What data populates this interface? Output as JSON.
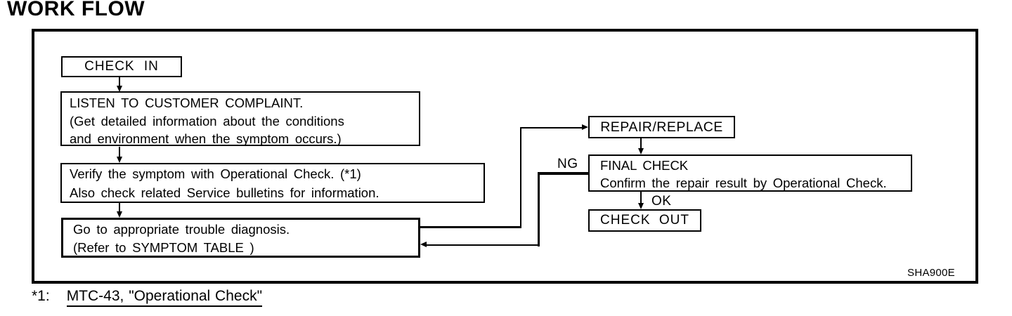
{
  "page": {
    "title": "WORK FLOW",
    "figure_code": "SHA900E"
  },
  "flowchart": {
    "nodes": {
      "check_in": {
        "label": "CHECK IN"
      },
      "listen": {
        "line1": "LISTEN TO CUSTOMER COMPLAINT.",
        "line2": "(Get detailed information about the conditions",
        "line3": "and environment when the symptom occurs.)"
      },
      "verify": {
        "line1": "Verify the symptom with Operational Check. (*1)",
        "line2": "Also check related Service bulletins for information."
      },
      "goto_diagnosis": {
        "line1": "Go to appropriate trouble diagnosis.",
        "line2": "(Refer to SYMPTOM TABLE )"
      },
      "repair": {
        "label": "REPAIR/REPLACE"
      },
      "final_check": {
        "line1": "FINAL CHECK",
        "line2": "Confirm the repair result by Operational Check."
      },
      "check_out": {
        "label": "CHECK OUT"
      }
    },
    "edge_labels": {
      "ng": "NG",
      "ok": "OK"
    },
    "edges": [
      {
        "from": "check_in",
        "to": "listen"
      },
      {
        "from": "listen",
        "to": "verify"
      },
      {
        "from": "verify",
        "to": "goto_diagnosis"
      },
      {
        "from": "goto_diagnosis",
        "to": "repair"
      },
      {
        "from": "repair",
        "to": "final_check"
      },
      {
        "from": "final_check",
        "to": "check_out",
        "label": "OK"
      },
      {
        "from": "final_check",
        "to": "goto_diagnosis",
        "label": "NG"
      }
    ],
    "colors": {
      "line": "#000000",
      "background": "#ffffff"
    }
  },
  "footnote": {
    "marker": "*1:",
    "link": "MTC-43, \"Operational Check\""
  }
}
